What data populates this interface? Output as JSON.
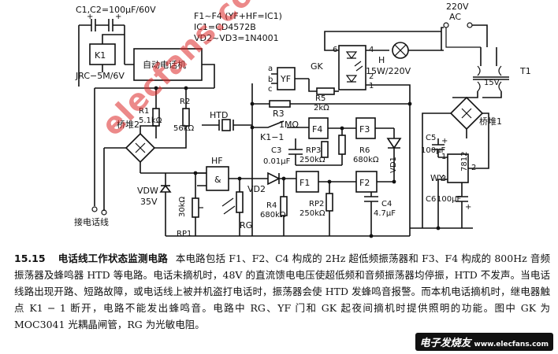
{
  "notes": {
    "caps": "C1,C2=100μF/60V",
    "gates": "F1~F4 (YF+HF=IC1)",
    "ic": "IC1=CD4572B",
    "diodes": "VD2~VD3=1N4001",
    "relay": "JRC−5M/6V"
  },
  "labels": {
    "k1": "K1",
    "phone_box": "自动电话机",
    "r1": "R1",
    "r1_val": "5.1kΩ",
    "r2": "R2",
    "r2_val": "56kΩ",
    "bridge2": "桥堆2",
    "vdw": "VDW",
    "vdw_val": "35V",
    "rp1": "RP1",
    "rp1_val": "30kΩ",
    "phone_line": "接电话线",
    "htd": "HTD",
    "r3": "R3",
    "r3_val": "1MΩ",
    "k1_1": "K1−1",
    "f4": "F4",
    "f3": "F3",
    "c3": "C3",
    "c3_val": "0.01μF",
    "rp3": "RP3",
    "rp3_val": "250kΩ",
    "r6": "R6",
    "r6_val": "680kΩ",
    "vd1": "VD1",
    "hf": "HF",
    "vd2": "VD2",
    "f1": "F1",
    "f2": "F2",
    "r4": "R4",
    "r4_val": "680kΩ",
    "rp2": "RP2",
    "rp2_val": "250kΩ",
    "c4": "C4",
    "c4_val": "4.7μF",
    "rg": "RG",
    "yf": "YF",
    "a": "a",
    "b": "b",
    "c": "c",
    "gk": "GK",
    "r5": "R5",
    "r5_val": "2kΩ",
    "pin6": "6",
    "pin4": "4",
    "pin2": "2",
    "pin1": "1",
    "lamp_h": "H",
    "lamp_val": "15W/220V",
    "ac": "220V",
    "ac2": "AC",
    "t1": "T1",
    "t1_sec": "15V",
    "bridge1": "桥堆1",
    "c5": "C5",
    "c5_val": "100μF",
    "wy": "WY",
    "reg": "7812",
    "reg_p1": "1",
    "reg_p2": "2",
    "reg_p3": "3",
    "c6": "C6",
    "c6_val": "100μF"
  },
  "watermark": "elecfans.com",
  "caption": {
    "number": "15.15",
    "title": "电话线工作状态监测电路",
    "body": "本电路包括 F1、F2、C4 构成的 2Hz 超低频振荡器和 F3、F4 构成的 800Hz 音频振荡器及蜂鸣器 HTD 等电路。电话未摘机时，48V 的直流馈电电压使超低频和音频振荡器均停振，HTD 不发声。当电话线路出现开路、短路故障，或电话线上被并机盗打电话时，振荡器会使 HTD 发蜂鸣音报警。而本机电话摘机时，继电器触点 K1 − 1 断开，电路不能发出蜂鸣音。电路中 RG、YF 门和 GK 起夜间摘机时提供照明的功能。图中 GK 为 MOC3041 光耦晶闸管，RG 为光敏电阻。"
  },
  "logo": {
    "main": "电子发烧友",
    "sub": "www.elecfans.com"
  }
}
